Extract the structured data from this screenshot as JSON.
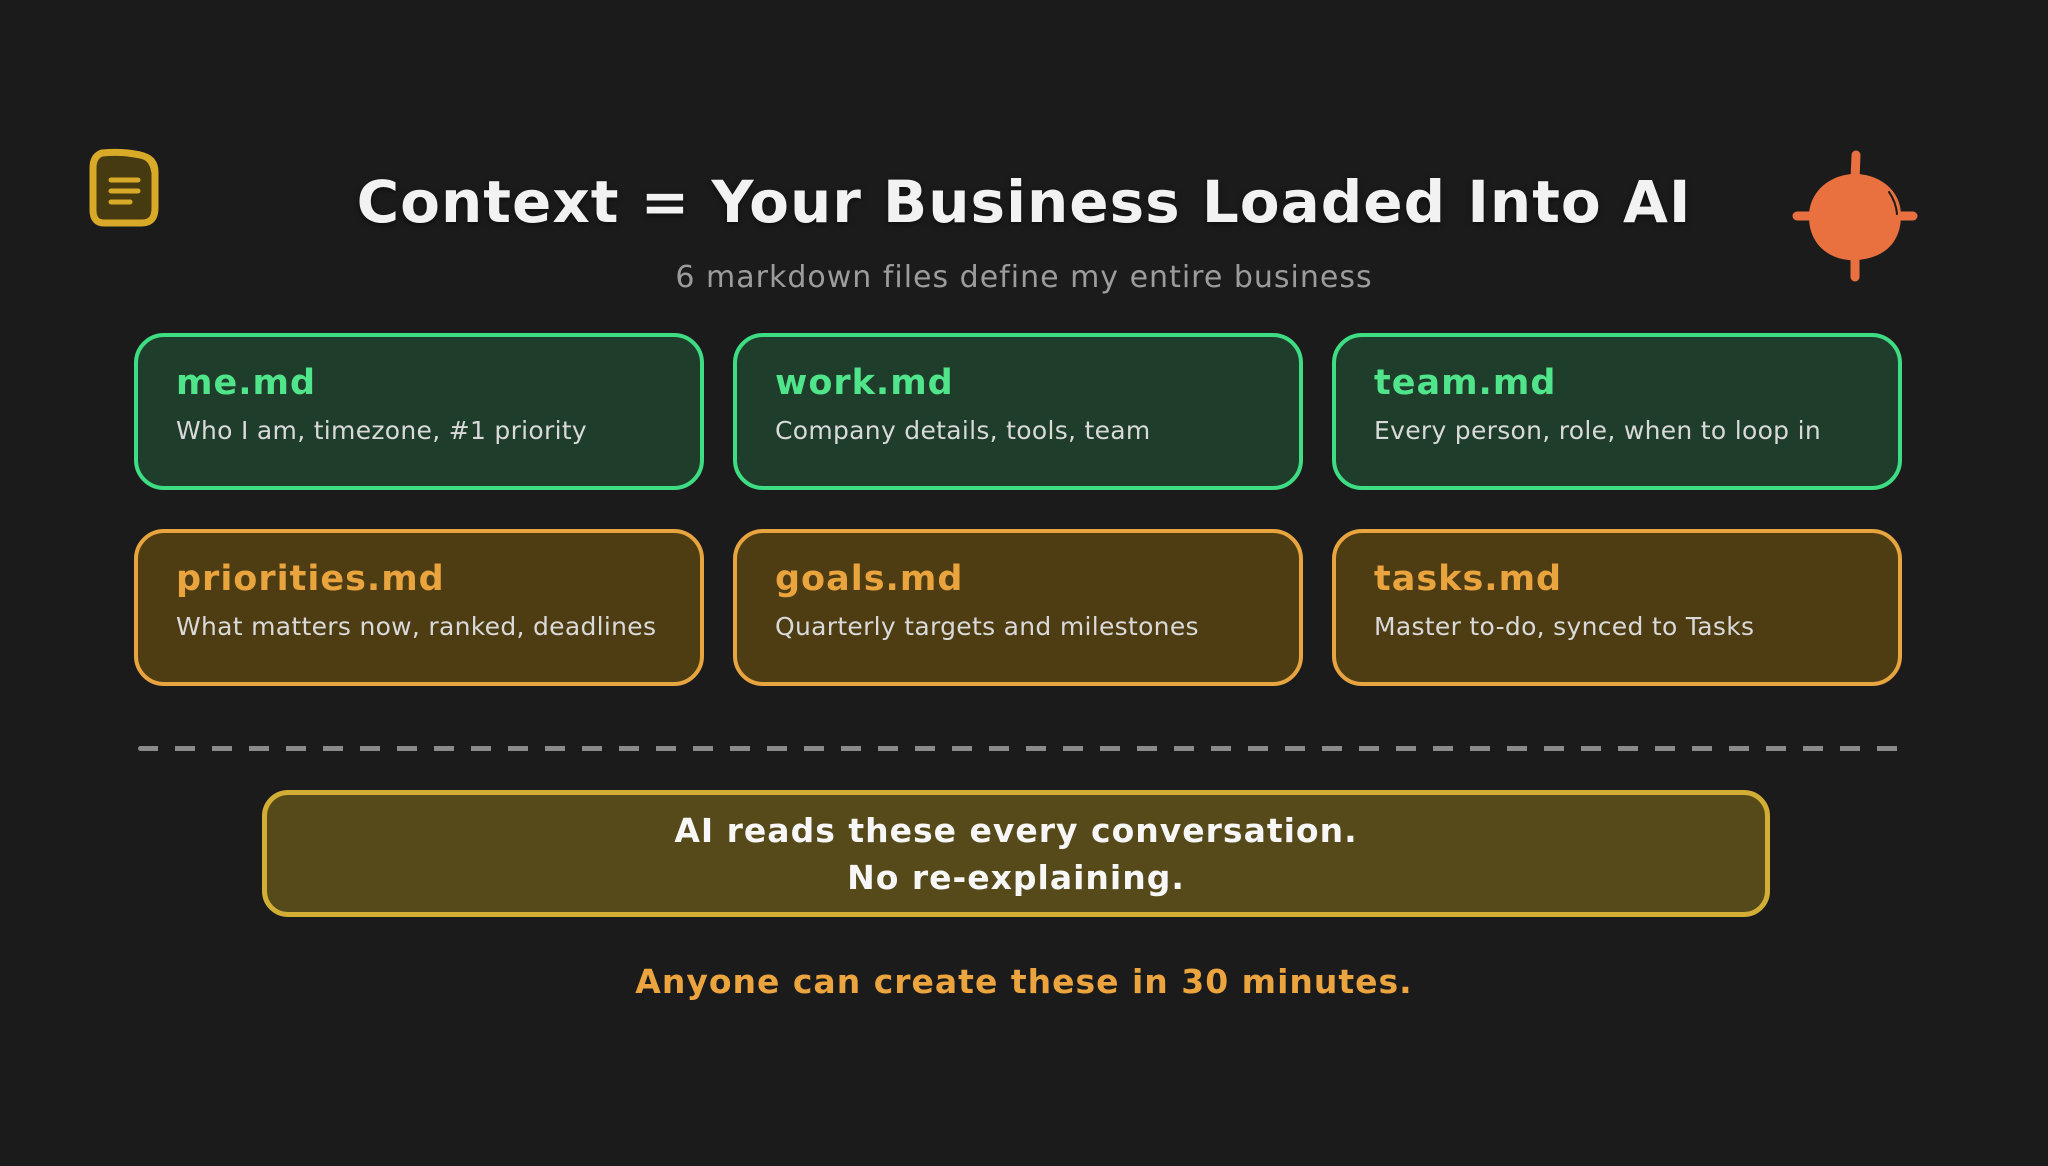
{
  "page": {
    "title": "Context = Your Business Loaded Into AI",
    "subtitle": "6 markdown files define my entire business",
    "footer_note": "Anyone can create these in 30 minutes."
  },
  "icons": {
    "top_left": "document-note-icon",
    "top_right": "target-crosshair-icon"
  },
  "cards": [
    {
      "title": "me.md",
      "description": "Who I am, timezone, #1 priority",
      "variant": "green"
    },
    {
      "title": "work.md",
      "description": "Company details, tools, team",
      "variant": "green"
    },
    {
      "title": "team.md",
      "description": "Every person, role, when to loop in",
      "variant": "green"
    },
    {
      "title": "priorities.md",
      "description": "What matters now, ranked, deadlines",
      "variant": "orange"
    },
    {
      "title": "goals.md",
      "description": "Quarterly targets and milestones",
      "variant": "orange"
    },
    {
      "title": "tasks.md",
      "description": "Master to-do, synced to Tasks",
      "variant": "orange"
    }
  ],
  "highlight": {
    "line1": "AI reads these every conversation.",
    "line2": "No re-explaining."
  },
  "colors": {
    "background": "#1b1b1b",
    "title_text": "#f2f2f2",
    "subtitle_text": "#9c9c9c",
    "green_card_bg": "#1e3e2b",
    "green_card_border": "#3edd84",
    "green_card_title": "#50e58a",
    "orange_card_bg": "#4e3d12",
    "orange_card_border": "#e8a53f",
    "orange_card_title": "#eaa43e",
    "card_description_text": "#d9d9d9",
    "divider_gray": "#8a8a8a",
    "highlight_bg": "#564a1a",
    "highlight_border": "#d2ae34",
    "highlight_text": "#f7f7f7",
    "footer_text": "#eba43e",
    "doc_icon_gold": "#d9a928",
    "doc_icon_fill": "#463a10",
    "target_icon_orange": "#e8713f"
  }
}
